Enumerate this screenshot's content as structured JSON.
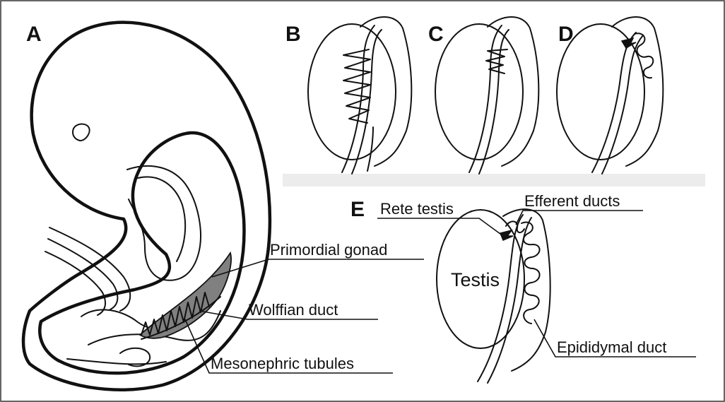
{
  "panels": {
    "a": "A",
    "b": "B",
    "c": "C",
    "d": "D",
    "e": "E"
  },
  "labels": {
    "primordial_gonad": "Primordial gonad",
    "wolffian_duct": "Wolffian duct",
    "mesonephric_tubules": "Mesonephric tubules",
    "rete_testis": "Rete testis",
    "efferent_ducts": "Efferent ducts",
    "testis": "Testis",
    "epididymal_duct": "Epididymal duct"
  },
  "colors": {
    "line": "#111111",
    "gonad_fill": "#808080",
    "separator": "#e4e4e4"
  }
}
